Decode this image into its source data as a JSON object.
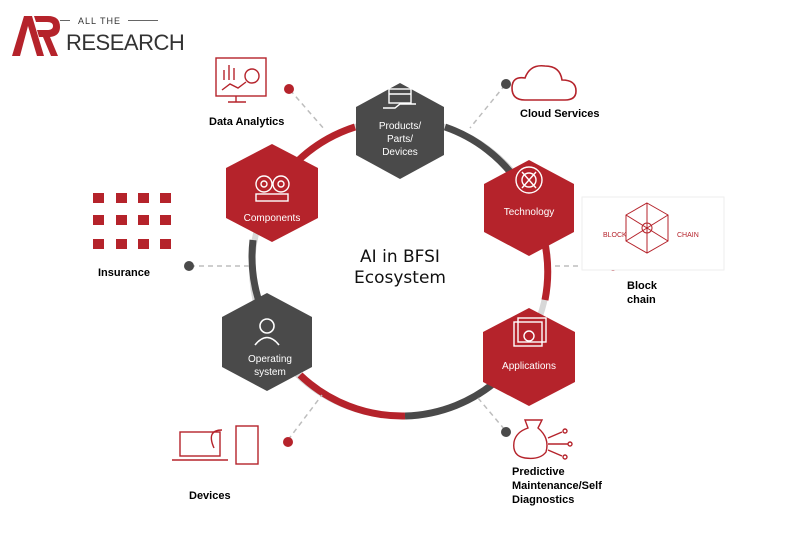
{
  "logo": {
    "mark": "AR",
    "top_text": "ALL THE",
    "bottom_text": "RESEARCH"
  },
  "center": {
    "line1": "AI in BFSI",
    "line2": "Ecosystem"
  },
  "hexagons": {
    "products": {
      "lines": [
        "Products/",
        "Parts/",
        "Devices"
      ],
      "icon": "box-in-hand-icon"
    },
    "components": {
      "label": "Components",
      "icon": "gears-icon"
    },
    "technology": {
      "label": "Technology",
      "icon": "gear-wrench-icon"
    },
    "operating_system": {
      "lines": [
        "Operating",
        "system"
      ],
      "icon": "user-icon"
    },
    "applications": {
      "label": "Applications",
      "icon": "window-gear-icon"
    }
  },
  "outer_labels": {
    "data_analytics": "Data Analytics",
    "cloud_services": "Cloud Services",
    "insurance": "Insurance",
    "block_chain": {
      "line1": "Block",
      "line2": "chain",
      "image_left": "BLOCK",
      "image_right": "CHAIN"
    },
    "devices": "Devices",
    "predictive": {
      "line1": "Predictive",
      "line2": "Maintenance/Self",
      "line3": "Diagnostics"
    }
  },
  "colors": {
    "red": "#b5232b",
    "dark": "#4a4a4a",
    "ring_light": "#bfbfbf"
  }
}
